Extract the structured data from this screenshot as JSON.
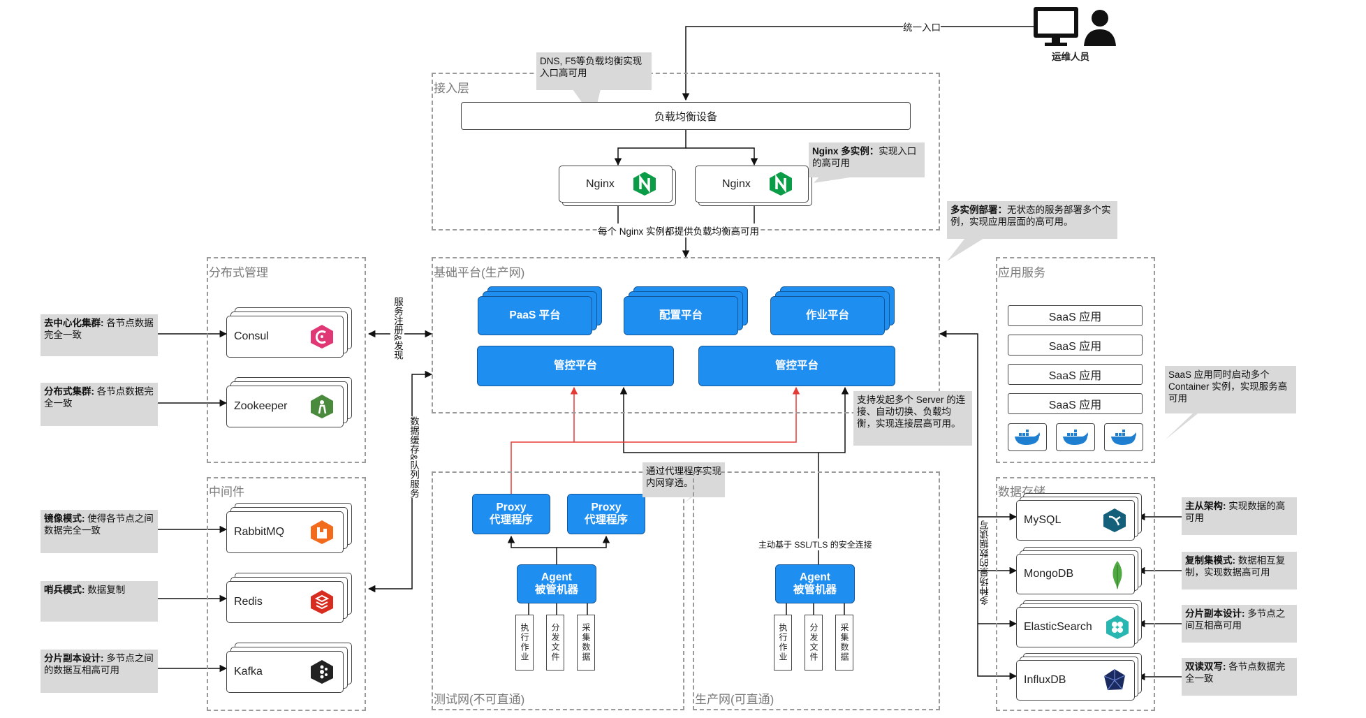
{
  "colors": {
    "accent_blue": "#1f8ef1",
    "red_line": "#e53935",
    "note_gray": "#d9d9d9",
    "nginx_green": "#0a9c47"
  },
  "entry": {
    "unified_entry": "统一入口",
    "operator_label": "运维人员"
  },
  "groups": {
    "access": "接入层",
    "dist_mgmt": "分布式管理",
    "middleware": "中间件",
    "platform": "基础平台(生产网)",
    "app_service": "应用服务",
    "data_store": "数据存储",
    "test_net": "测试网(不可直通)",
    "prod_net": "生产网(可直通)"
  },
  "access": {
    "lb": "负载均衡设备",
    "nginx1": "Nginx",
    "nginx2": "Nginx",
    "nginx_caption": "每个 Nginx 实例都提供负载均衡高可用"
  },
  "notes": {
    "dns": "DNS, F5等负载均衡实现入口高可用",
    "nginx_multi_b": "Nginx 多实例：",
    "nginx_multi": "实现入口的高可用",
    "multi_deploy_b": "多实例部署：",
    "multi_deploy": "无状态的服务部署多个实例，实现应用层面的高可用。",
    "consul_b": "去中心化集群:",
    "consul": " 各节点数据完全一致",
    "zk_b": "分布式集群:",
    "zk": " 各节点数据完全一致",
    "rabbit_b": "镜像模式:",
    "rabbit": " 使得各节点之间数据完全一致",
    "redis_b": "哨兵模式:",
    "redis": " 数据复制",
    "kafka_b": "分片副本设计:",
    "kafka": " 多节点之间的数据互相高可用",
    "server_multi": "支持发起多个 Server 的连接、自动切换、负载均衡，实现连接层高可用。",
    "proxy_pen": "通过代理程序实现内网穿透。",
    "saas_multi": "SaaS 应用同时启动多个 Container 实例，实现服务高可用",
    "mysql_b": "主从架构:",
    "mysql": " 实现数据的高可用",
    "mongo_b": "复制集模式:",
    "mongo": " 数据相互复制，实现数据高可用",
    "es_b": "分片副本设计:",
    "es": " 多节点之间互相高可用",
    "influx_b": "双读双写:",
    "influx": " 各节点数据完全一致"
  },
  "services": {
    "consul": "Consul",
    "zookeeper": "Zookeeper",
    "rabbitmq": "RabbitMQ",
    "redis": "Redis",
    "kafka": "Kafka"
  },
  "platform": {
    "paas": "PaaS 平台",
    "config": "配置平台",
    "job": "作业平台",
    "ctrl1": "管控平台",
    "ctrl2": "管控平台"
  },
  "app": {
    "saas": [
      "SaaS 应用",
      "SaaS 应用",
      "SaaS 应用",
      "SaaS 应用"
    ]
  },
  "data": {
    "mysql": "MySQL",
    "mongodb": "MongoDB",
    "es": "ElasticSearch",
    "influx": "InfluxDB"
  },
  "edges": {
    "svc_discovery": "服务注册&发现",
    "cache_queue": "数据缓存&队列服务",
    "multi_read_write": "多种场景的数据读写",
    "ssl_tls": "主动基于 SSL/TLS 的安全连接"
  },
  "test": {
    "proxy1_a": "Proxy",
    "proxy1_b": "代理程序",
    "proxy2_a": "Proxy",
    "proxy2_b": "代理程序",
    "agent_a": "Agent",
    "agent_b": "被管机器",
    "tasks": [
      "执行作业",
      "分发文件",
      "采集数据"
    ]
  },
  "prod": {
    "agent_a": "Agent",
    "agent_b": "被管机器",
    "tasks": [
      "执行作业",
      "分发文件",
      "采集数据"
    ]
  }
}
